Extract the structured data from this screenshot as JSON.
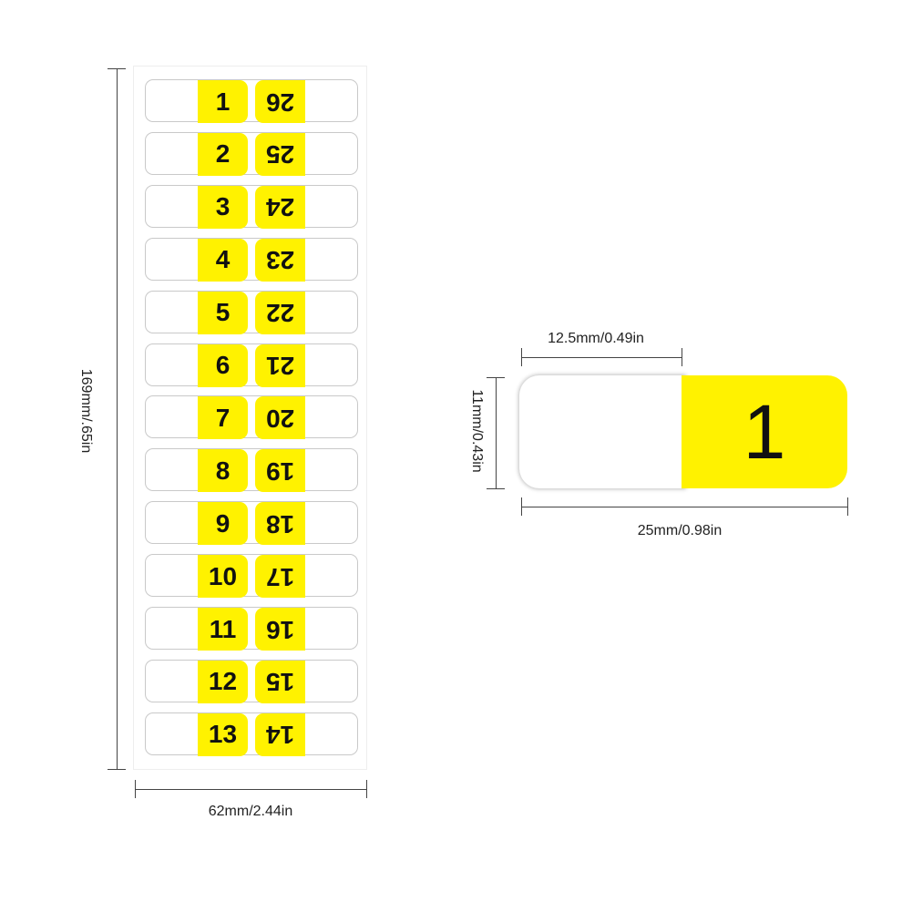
{
  "colors": {
    "tab_yellow": "#fff200",
    "line": "#444444",
    "text": "#111111"
  },
  "rows": [
    {
      "left": "1",
      "right": "26"
    },
    {
      "left": "2",
      "right": "25"
    },
    {
      "left": "3",
      "right": "24"
    },
    {
      "left": "4",
      "right": "23"
    },
    {
      "left": "5",
      "right": "22"
    },
    {
      "left": "6",
      "right": "21"
    },
    {
      "left": "7",
      "right": "20"
    },
    {
      "left": "8",
      "right": "19"
    },
    {
      "left": "9",
      "right": "18"
    },
    {
      "left": "10",
      "right": "17"
    },
    {
      "left": "11",
      "right": "16"
    },
    {
      "left": "12",
      "right": "15"
    },
    {
      "left": "13",
      "right": "14"
    }
  ],
  "dimensions": {
    "sheet_height": "169mm/.65in",
    "sheet_width": "62mm/2.44in",
    "tab_width": "12.5mm/0.49in",
    "label_height": "11mm/0.43in",
    "label_width": "25mm/0.98in"
  },
  "single_label": {
    "number": "1"
  }
}
